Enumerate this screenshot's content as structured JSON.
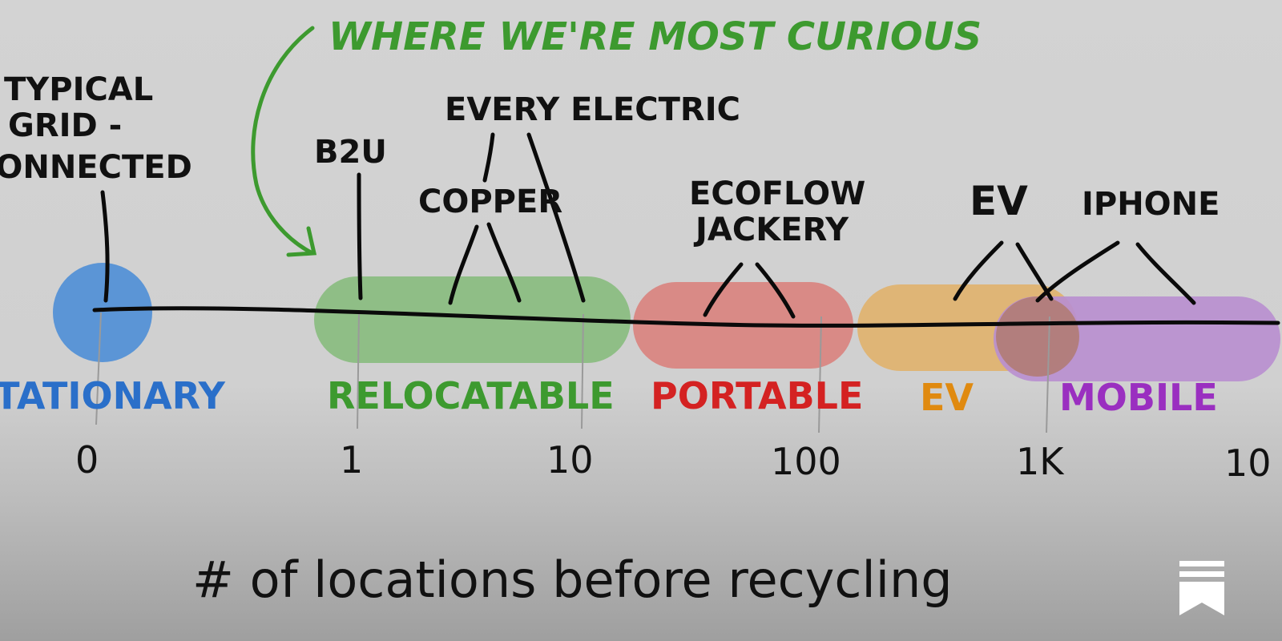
{
  "annotation": {
    "text": "WHERE WE'RE MOST CURIOUS",
    "color": "#3d9a2f"
  },
  "top_labels": {
    "grid": [
      "TYPICAL",
      "GRID -",
      "CONNECTED"
    ],
    "b2u": "B2U",
    "every_electric": "EVERY ELECTRIC",
    "copper": "COPPER",
    "ecoflow": [
      "ECOFLOW",
      "JACKERY"
    ],
    "ev": "EV",
    "iphone": "IPHONE"
  },
  "categories": [
    {
      "key": "stationary",
      "label": "STATIONARY",
      "color": "#2a6fc9",
      "fill": "#5b95d6"
    },
    {
      "key": "relocatable",
      "label": "RELOCATABLE",
      "color": "#3d9a2f",
      "fill": "#8fbe86"
    },
    {
      "key": "portable",
      "label": "PORTABLE",
      "color": "#d42222",
      "fill": "#d98a86"
    },
    {
      "key": "ev",
      "label": "EV",
      "color": "#e08a10",
      "fill": "#dfb576"
    },
    {
      "key": "mobile",
      "label": "MOBILE",
      "color": "#9a2fc0",
      "fill": "#b98fcf"
    }
  ],
  "ticks": [
    "0",
    "1",
    "10",
    "100",
    "1K",
    "10"
  ],
  "axis_label": "# of locations before recycling",
  "icons": {
    "bookmark": "bookmark-icon"
  }
}
